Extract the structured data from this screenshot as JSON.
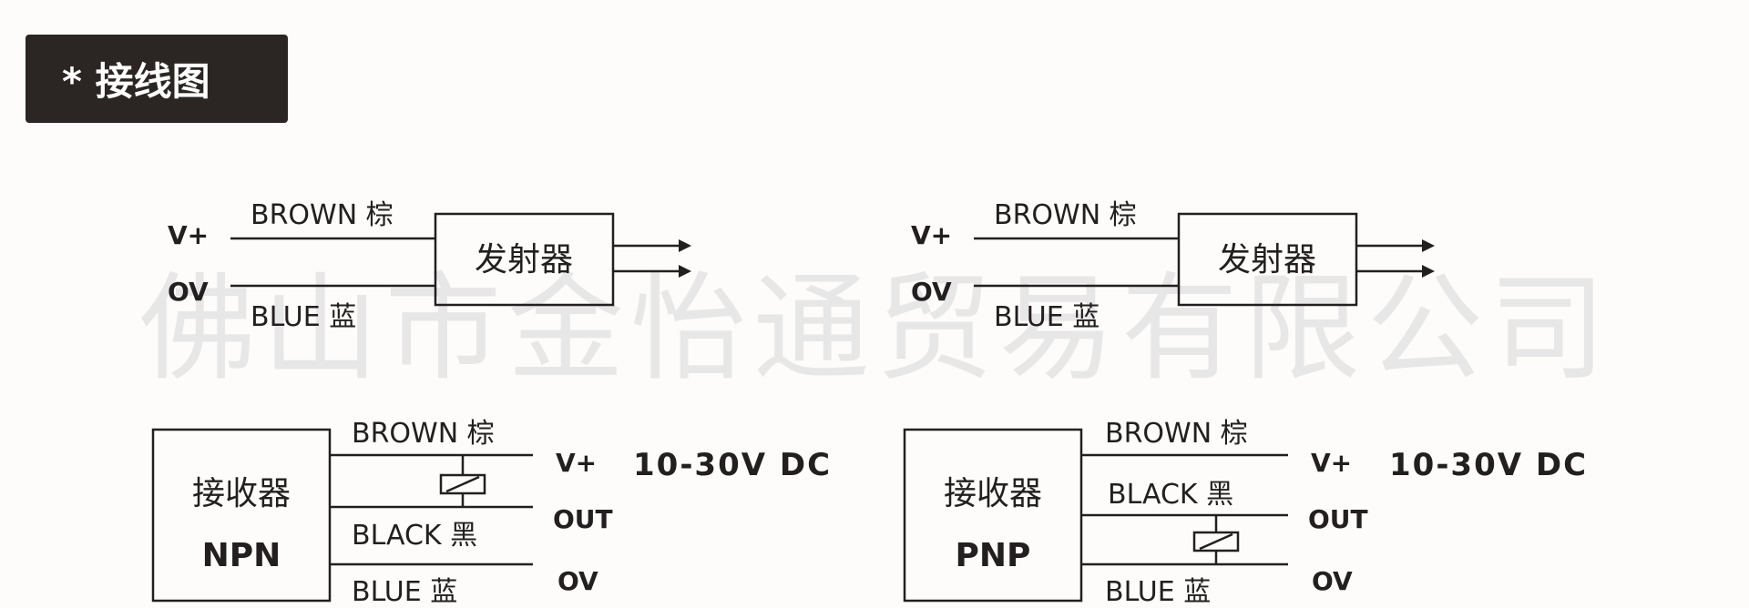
{
  "header": {
    "title": "* 接线图"
  },
  "watermark": {
    "text": "佛山市金怡通贸易有限公司"
  },
  "emitters": [
    {
      "box_label": "发射器",
      "vplus": "V+",
      "zero": "OV",
      "brown": "BROWN 棕",
      "blue": "BLUE 蓝"
    },
    {
      "box_label": "发射器",
      "vplus": "V+",
      "zero": "OV",
      "brown": "BROWN 棕",
      "blue": "BLUE 蓝"
    }
  ],
  "receivers": [
    {
      "box_label": "接收器",
      "mode": "NPN",
      "brown": "BROWN 棕",
      "black": "BLACK 黑",
      "blue": "BLUE 蓝",
      "vplus": "V+",
      "out": "OUT",
      "zero": "OV",
      "supply": "10-30V DC"
    },
    {
      "box_label": "接收器",
      "mode": "PNP",
      "brown": "BROWN 棕",
      "black": "BLACK 黑",
      "blue": "BLUE 蓝",
      "vplus": "V+",
      "out": "OUT",
      "zero": "OV",
      "supply": "10-30V DC"
    }
  ],
  "colors": {
    "header_bg": "#2b2624",
    "line": "#231f20",
    "watermark": "#e7e7e7",
    "background": "#fdfcfa"
  }
}
